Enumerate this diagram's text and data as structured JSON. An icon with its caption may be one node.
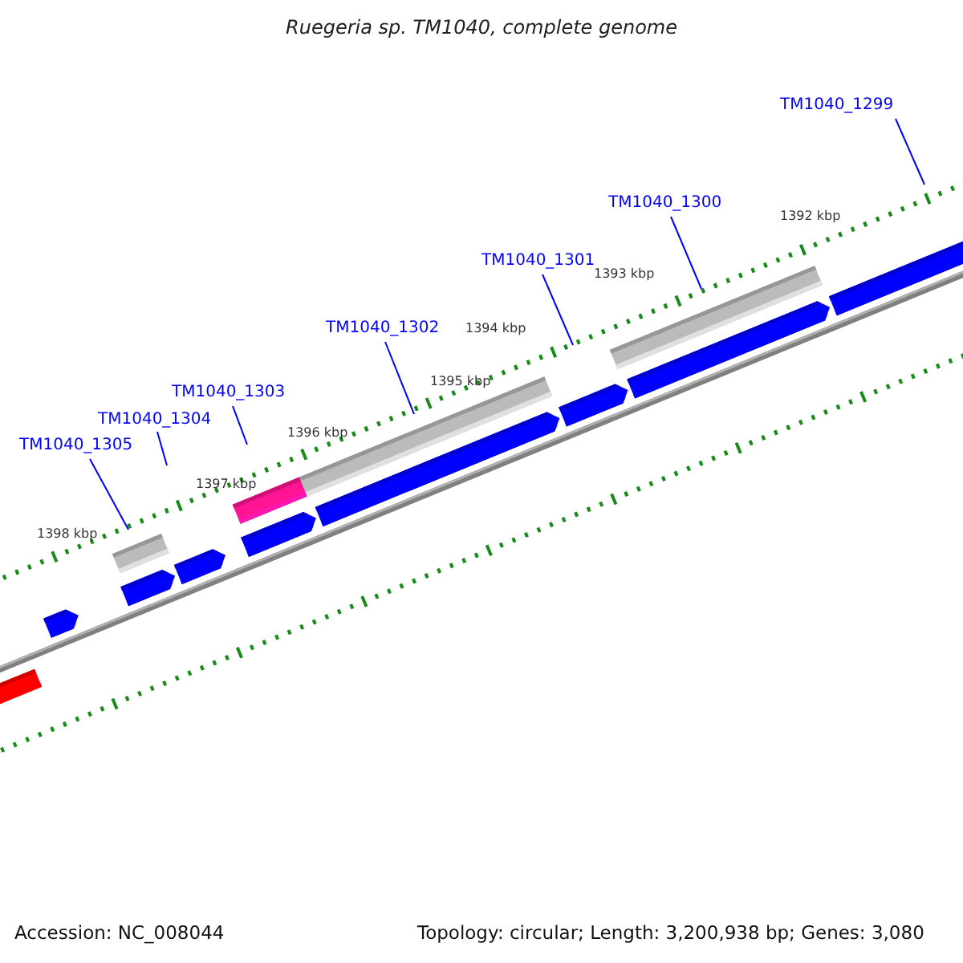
{
  "diagram": {
    "title": "Ruegeria sp. TM1040, complete genome",
    "nodes": [
      {
        "text": [
          "TM1040_1299"
        ]
      },
      {
        "text": [
          "TM1040_1300"
        ]
      },
      {
        "text": [
          "TM1040_1301"
        ]
      },
      {
        "text": [
          "TM1040_1302"
        ]
      },
      {
        "text": [
          "TM1040_1303"
        ]
      },
      {
        "text": [
          "TM1040_1304"
        ]
      },
      {
        "text": [
          "TM1040_1305"
        ]
      }
    ],
    "edges": [
      {
        "from": 0,
        "to": null,
        "arrow": "none"
      },
      {
        "from": 1,
        "to": null,
        "arrow": "none"
      },
      {
        "from": 2,
        "to": null,
        "arrow": "none"
      },
      {
        "from": 3,
        "to": null,
        "arrow": "none"
      },
      {
        "from": 4,
        "to": null,
        "arrow": "none"
      },
      {
        "from": 5,
        "to": null,
        "arrow": "none"
      },
      {
        "from": 6,
        "to": null,
        "arrow": "none"
      }
    ],
    "labels": [
      "1392 kbp",
      "1393 kbp",
      "1394 kbp",
      "1395 kbp",
      "1396 kbp",
      "1397 kbp",
      "1398 kbp",
      "Accession: NC_008044",
      "Topology: circular; Length: 3,200,938 bp; Genes: 3,080"
    ]
  }
}
